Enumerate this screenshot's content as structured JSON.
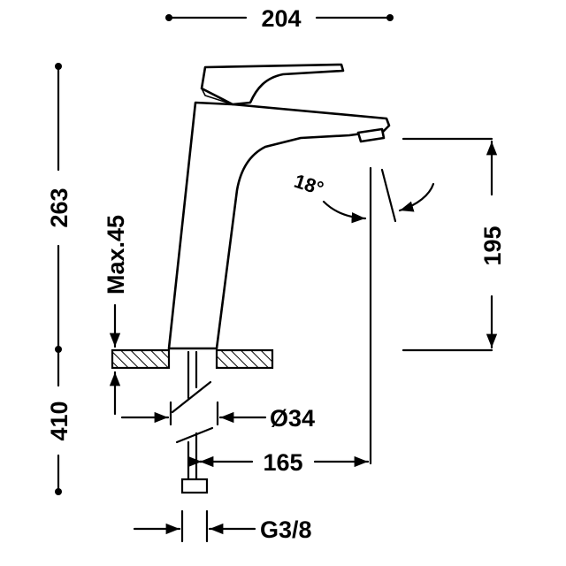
{
  "dimensions": {
    "total_width": "204",
    "height_total": "263",
    "height_below": "410",
    "spout_height": "195",
    "max_thickness": "Max.45",
    "hole_diameter": "Ø34",
    "spout_reach": "165",
    "connection": "G3/8",
    "angle": "18°"
  }
}
